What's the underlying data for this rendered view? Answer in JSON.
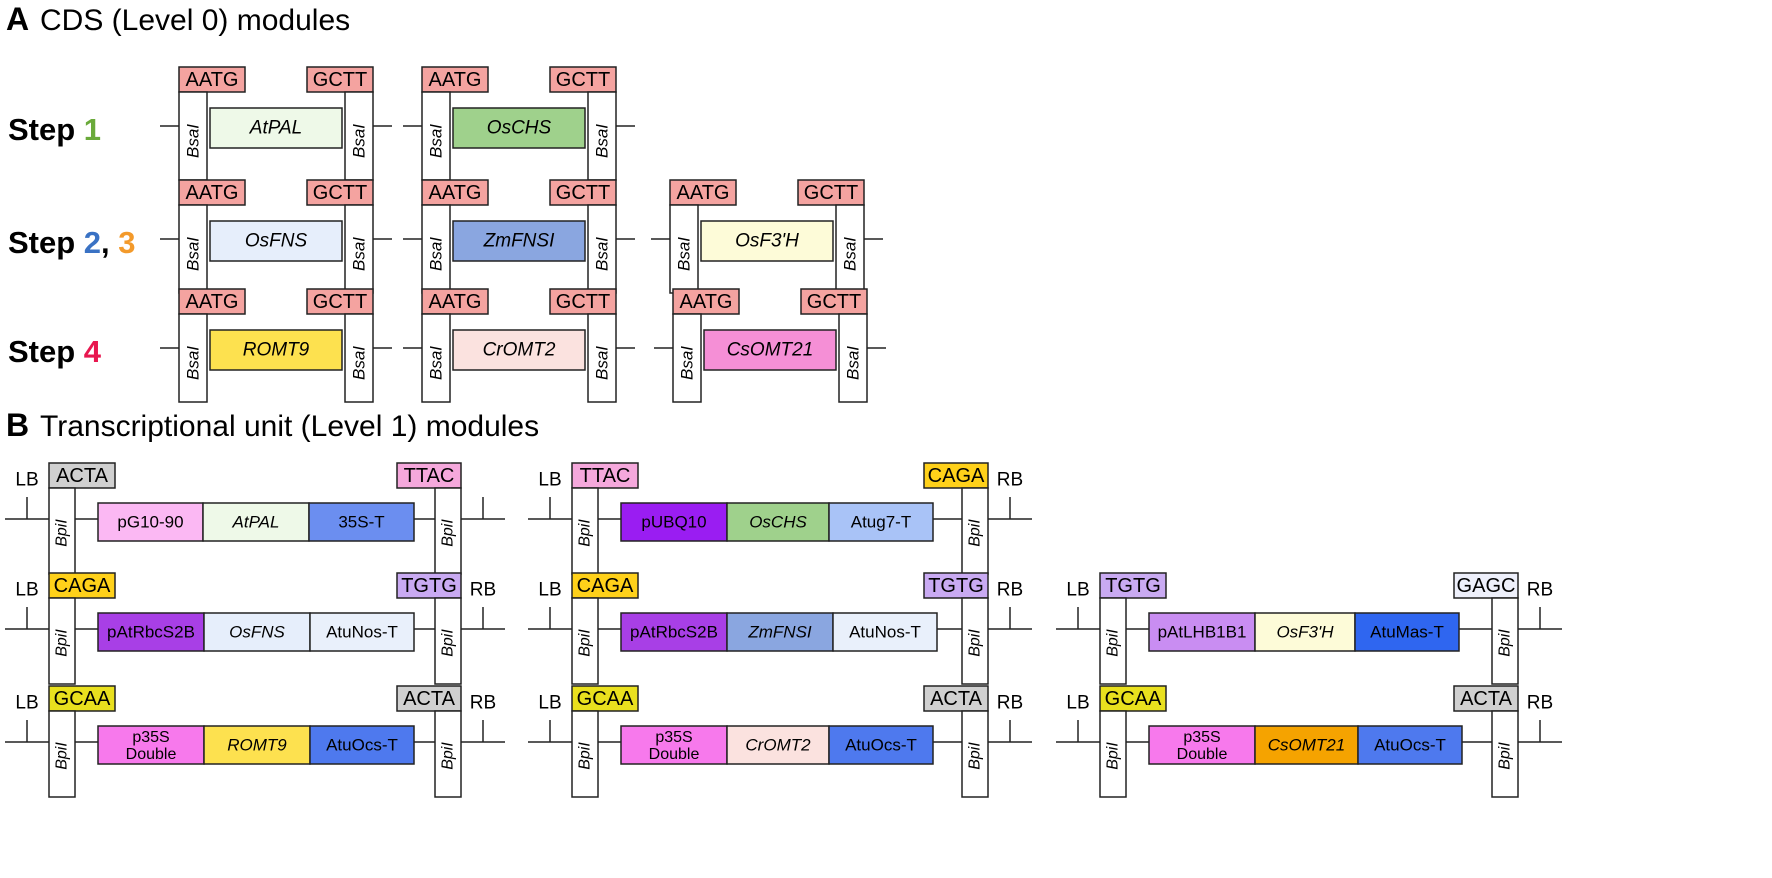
{
  "colors": {
    "overhang": "#f4a3a0",
    "bsai_fill": "#ffffff",
    "ACTA": "#d0d0d0",
    "TTAC": "#f5a8dc",
    "CAGA": "#ffd11a",
    "TGTG": "#c9aaf2",
    "GAGC": "#eef0fb",
    "GCAA": "#e9e01e",
    "step1": "#6aaa3a",
    "step2": "#3a72c4",
    "step3": "#f39a2b",
    "step4": "#e8174f"
  },
  "sectionA": {
    "letter": "A",
    "title": "CDS (Level 0) modules",
    "rows": [
      {
        "label": {
          "prefix": "Step ",
          "parts": [
            {
              "text": "1",
              "color": "step1"
            }
          ]
        },
        "modules": [
          {
            "left_oh": "AATG",
            "right_oh": "GCTT",
            "enzyme": "BsaI",
            "name": "AtPAL",
            "fill": "#eef9e8",
            "italic": true
          },
          {
            "left_oh": "AATG",
            "right_oh": "GCTT",
            "enzyme": "BsaI",
            "name": "OsCHS",
            "fill": "#9fd18c",
            "italic": true
          }
        ]
      },
      {
        "label": {
          "prefix": "Step ",
          "parts": [
            {
              "text": "2",
              "color": "step2"
            },
            {
              "text": ", ",
              "color": ""
            },
            {
              "text": "3",
              "color": "step3"
            }
          ]
        },
        "modules": [
          {
            "left_oh": "AATG",
            "right_oh": "GCTT",
            "enzyme": "BsaI",
            "name": "OsFNS",
            "fill": "#e6eefb",
            "italic": true
          },
          {
            "left_oh": "AATG",
            "right_oh": "GCTT",
            "enzyme": "BsaI",
            "name": "ZmFNSI",
            "fill": "#8aa6e0",
            "italic": true
          },
          {
            "left_oh": "AATG",
            "right_oh": "GCTT",
            "enzyme": "BsaI",
            "name": "OsF3'H",
            "fill": "#fdfbd8",
            "italic": true
          }
        ]
      },
      {
        "label": {
          "prefix": "Step ",
          "parts": [
            {
              "text": "4",
              "color": "step4"
            }
          ]
        },
        "modules": [
          {
            "left_oh": "AATG",
            "right_oh": "GCTT",
            "enzyme": "BsaI",
            "name": "ROMT9",
            "fill": "#fde14f",
            "italic": true
          },
          {
            "left_oh": "AATG",
            "right_oh": "GCTT",
            "enzyme": "BsaI",
            "name": "CrOMT2",
            "fill": "#fbe2df",
            "italic": true
          },
          {
            "left_oh": "AATG",
            "right_oh": "GCTT",
            "enzyme": "BsaI",
            "name": "CsOMT21",
            "fill": "#f58fd6",
            "italic": true
          }
        ]
      }
    ]
  },
  "sectionB": {
    "letter": "B",
    "title": "Transcriptional unit (Level 1) modules",
    "rows": [
      [
        {
          "lb": "LB",
          "rb": "",
          "left_oh": "ACTA",
          "right_oh": "TTAC",
          "enzyme": "BpiI",
          "parts": [
            {
              "text": "pG10-90",
              "fill": "#fbb8f3",
              "italic": false
            },
            {
              "text": "AtPAL",
              "fill": "#eef9e8",
              "italic": true
            },
            {
              "text": "35S-T",
              "fill": "#6b8ef0",
              "italic": false
            }
          ]
        },
        {
          "lb": "LB",
          "rb": "RB",
          "left_oh": "TTAC",
          "right_oh": "CAGA",
          "enzyme": "BpiI",
          "parts": [
            {
              "text": "pUBQ10",
              "fill": "#9a1df2",
              "italic": false
            },
            {
              "text": "OsCHS",
              "fill": "#9fd18c",
              "italic": true
            },
            {
              "text": "Atug7-T",
              "fill": "#a9c3f7",
              "italic": false
            }
          ]
        }
      ],
      [
        {
          "lb": "LB",
          "rb": "RB",
          "left_oh": "CAGA",
          "right_oh": "TGTG",
          "enzyme": "BpiI",
          "parts": [
            {
              "text": "pAtRbcS2B",
              "fill": "#a83fe6",
              "italic": false
            },
            {
              "text": "OsFNS",
              "fill": "#e6eefb",
              "italic": true
            },
            {
              "text": "AtuNos-T",
              "fill": "#e9f0fb",
              "italic": false
            }
          ]
        },
        {
          "lb": "LB",
          "rb": "RB",
          "left_oh": "CAGA",
          "right_oh": "TGTG",
          "enzyme": "BpiI",
          "parts": [
            {
              "text": "pAtRbcS2B",
              "fill": "#a83fe6",
              "italic": false
            },
            {
              "text": "ZmFNSI",
              "fill": "#8aa6e0",
              "italic": true
            },
            {
              "text": "AtuNos-T",
              "fill": "#e9f0fb",
              "italic": false
            }
          ]
        },
        {
          "lb": "LB",
          "rb": "RB",
          "left_oh": "TGTG",
          "right_oh": "GAGC",
          "enzyme": "BpiI",
          "parts": [
            {
              "text": "pAtLHB1B1",
              "fill": "#c98df2",
              "italic": false
            },
            {
              "text": "OsF3'H",
              "fill": "#fdfbd8",
              "italic": true
            },
            {
              "text": "AtuMas-T",
              "fill": "#2f66f0",
              "italic": false
            }
          ]
        }
      ],
      [
        {
          "lb": "LB",
          "rb": "RB",
          "left_oh": "GCAA",
          "right_oh": "ACTA",
          "enzyme": "BpiI",
          "parts": [
            {
              "text": "p35S\nDouble",
              "fill": "#f779ec",
              "italic": false
            },
            {
              "text": "ROMT9",
              "fill": "#fde14f",
              "italic": true
            },
            {
              "text": "AtuOcs-T",
              "fill": "#4e79ee",
              "italic": false
            }
          ]
        },
        {
          "lb": "LB",
          "rb": "RB",
          "left_oh": "GCAA",
          "right_oh": "ACTA",
          "enzyme": "BpiI",
          "parts": [
            {
              "text": "p35S\nDouble",
              "fill": "#f779ec",
              "italic": false
            },
            {
              "text": "CrOMT2",
              "fill": "#fbe2df",
              "italic": true
            },
            {
              "text": "AtuOcs-T",
              "fill": "#4e79ee",
              "italic": false
            }
          ]
        },
        {
          "lb": "LB",
          "rb": "RB",
          "left_oh": "GCAA",
          "right_oh": "ACTA",
          "enzyme": "BpiI",
          "parts": [
            {
              "text": "p35S\nDouble",
              "fill": "#f779ec",
              "italic": false
            },
            {
              "text": "CsOMT21",
              "fill": "#f5a300",
              "italic": true
            },
            {
              "text": "AtuOcs-T",
              "fill": "#4e79ee",
              "italic": false
            }
          ]
        }
      ]
    ]
  }
}
